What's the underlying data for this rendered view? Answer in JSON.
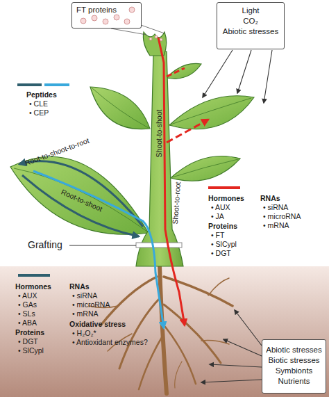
{
  "diagram": {
    "nodes": [
      {
        "text": [
          "FT proteins"
        ]
      },
      {
        "text": [
          "Light",
          "CO₂",
          "Abiotic stresses"
        ]
      },
      {
        "text": [
          "Abiotic stresses",
          "Biotic stresses",
          "Symbionts",
          "Nutrients"
        ]
      }
    ],
    "labels": [
      "Peptides",
      "• CLE",
      "• CEP",
      "Root-to-shoot-to-root",
      "Root-to-shoot",
      "Shoot-to-shoot",
      "Shoot-to-root",
      "Hormones",
      "• AUX",
      "• JA",
      "Proteins",
      "• FT",
      "• SlCypl",
      "• DGT",
      "RNAs",
      "• siRNA",
      "• microRNA",
      "• mRNA",
      "Grafting",
      "Hormones",
      "• AUX",
      "• GAs",
      "• SLs",
      "• ABA",
      "Proteins",
      "• DGT",
      "• SlCypl",
      "RNAs",
      "• siRNA",
      "• microRNA",
      "• mRNA",
      "Oxidative stress",
      "• H₂O₂*",
      "• Antioxidant enzymes?"
    ]
  }
}
